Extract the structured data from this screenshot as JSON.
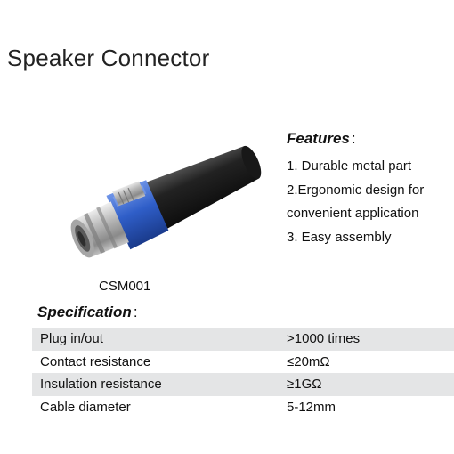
{
  "page": {
    "title": "Speaker Connector"
  },
  "product": {
    "model": "CSM001",
    "image_icon": "speaker-connector-plug-icon"
  },
  "features": {
    "heading": "Features",
    "colon": ":",
    "items": [
      "1. Durable metal part",
      "2.Ergonomic design for",
      "convenient application",
      "3. Easy assembly"
    ]
  },
  "specification": {
    "heading": "Specification",
    "colon": ":",
    "rows": [
      {
        "label": "Plug in/out",
        "value": ">1000 times"
      },
      {
        "label": "Contact resistance",
        "value": "≤20mΩ"
      },
      {
        "label": "Insulation resistance",
        "value": "≥1GΩ"
      },
      {
        "label": "Cable diameter",
        "value": "5-12mm"
      }
    ]
  },
  "colors": {
    "rule": "#555555",
    "row_shade": "#e4e5e6",
    "connector_blue": "#2f5ec8",
    "connector_black": "#1c1c1c",
    "metal": "#b8b8b8"
  }
}
